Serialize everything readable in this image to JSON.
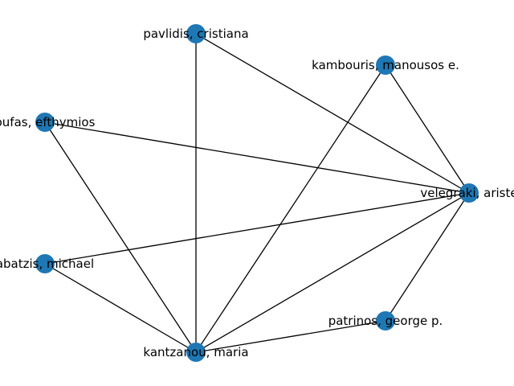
{
  "graph": {
    "node_color": "#1f77b4",
    "edge_color": "#000000",
    "nodes": [
      {
        "id": "pavlidis",
        "label": "pavlidis, cristiana"
      },
      {
        "id": "kambouris",
        "label": "kambouris, manousos e."
      },
      {
        "id": "stoufas",
        "label": "oufas, efthymios"
      },
      {
        "id": "velegraki",
        "label": "velegraki, ariste"
      },
      {
        "id": "tsabatzis",
        "label": "abatzis, michael"
      },
      {
        "id": "patrinos",
        "label": "patrinos, george p."
      },
      {
        "id": "kantzanou",
        "label": "kantzanou, maria"
      }
    ],
    "edges": [
      [
        "pavlidis",
        "velegraki"
      ],
      [
        "pavlidis",
        "kantzanou"
      ],
      [
        "kambouris",
        "velegraki"
      ],
      [
        "kambouris",
        "kantzanou"
      ],
      [
        "stoufas",
        "velegraki"
      ],
      [
        "stoufas",
        "kantzanou"
      ],
      [
        "tsabatzis",
        "velegraki"
      ],
      [
        "tsabatzis",
        "kantzanou"
      ],
      [
        "velegraki",
        "patrinos"
      ],
      [
        "velegraki",
        "kantzanou"
      ],
      [
        "patrinos",
        "kantzanou"
      ]
    ]
  }
}
